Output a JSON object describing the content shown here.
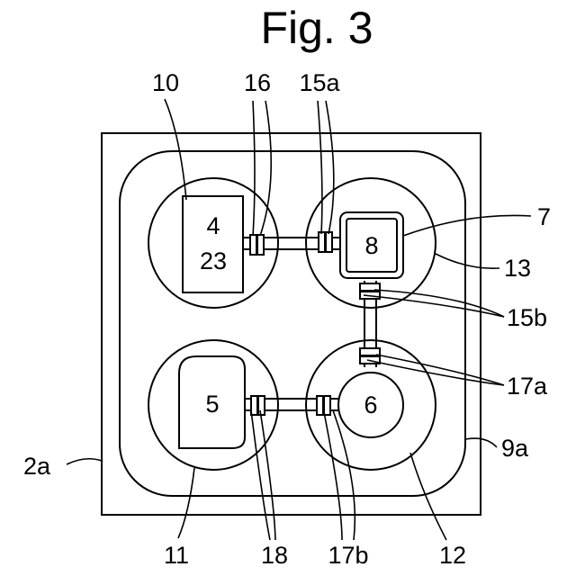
{
  "figure": {
    "title": "Fig. 3"
  },
  "inner_labels": {
    "block_4": "4",
    "block_23": "23",
    "block_8": "8",
    "block_5": "5",
    "block_6": "6"
  },
  "reference_numerals": {
    "n10": "10",
    "n16": "16",
    "n15a": "15a",
    "n7": "7",
    "n13": "13",
    "n15b": "15b",
    "n17a": "17a",
    "n2a": "2a",
    "n9a": "9a",
    "n11": "11",
    "n18": "18",
    "n17b": "17b",
    "n12": "12"
  }
}
